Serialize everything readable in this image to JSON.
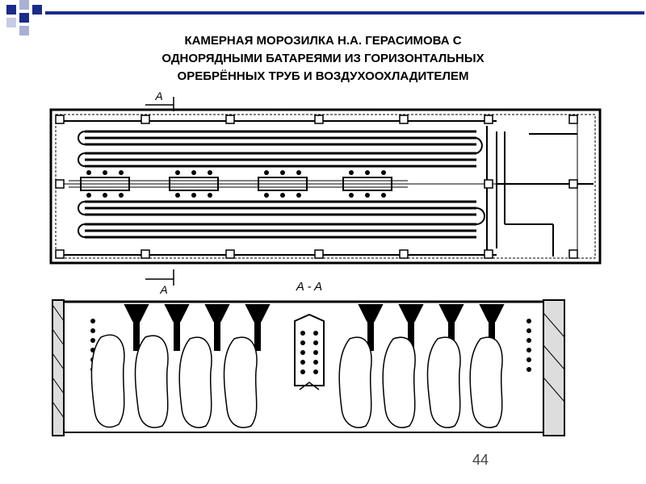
{
  "slide": {
    "title_lines": [
      "КАМЕРНАЯ МОРОЗИЛКА Н.А. ГЕРАСИМОВА С",
      "ОДНОРЯДНЫМИ БАТАРЕЯМИ ИЗ ГОРИЗОНТАЛЬНЫХ",
      "ОРЕБРЁННЫХ ТРУБ И ВОЗДУХООХЛАДИТЕЛЕМ"
    ],
    "page_number": "44",
    "accent_color": "#1a2b8c"
  },
  "diagram": {
    "plan_label_top": "A",
    "plan_label_bottom": "A",
    "section_label": "A - A"
  }
}
